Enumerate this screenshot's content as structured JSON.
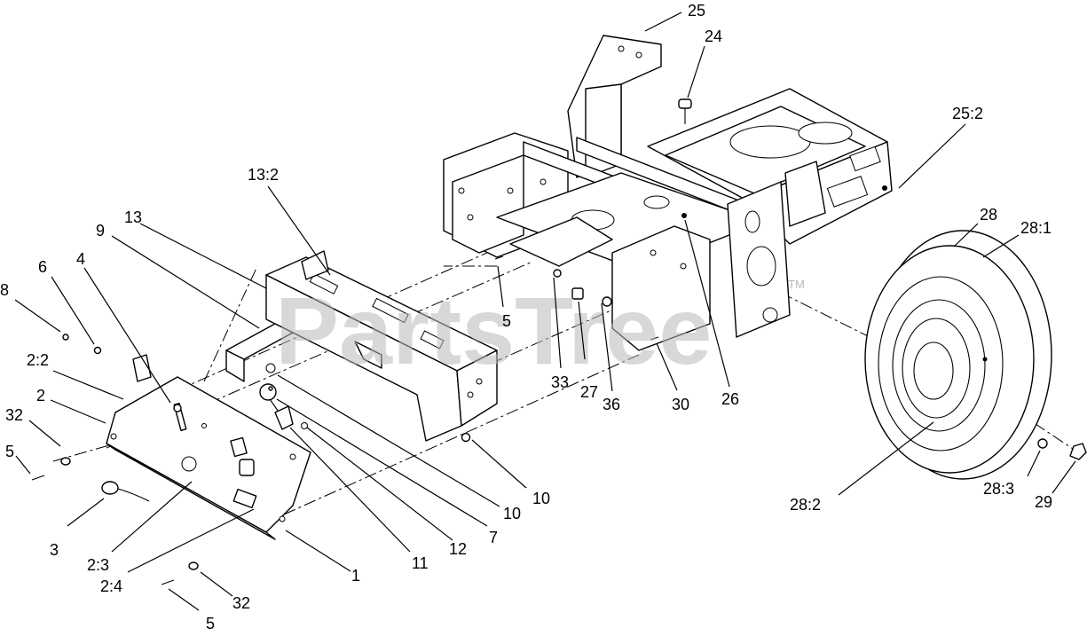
{
  "watermark": {
    "text": "PartsTree",
    "trademark": "TM",
    "color": "#b8b8b8"
  },
  "callouts": [
    {
      "id": "c-25",
      "label": "25"
    },
    {
      "id": "c-24",
      "label": "24"
    },
    {
      "id": "c-25-2",
      "label": "25:2"
    },
    {
      "id": "c-13-2",
      "label": "13:2"
    },
    {
      "id": "c-13",
      "label": "13"
    },
    {
      "id": "c-9",
      "label": "9"
    },
    {
      "id": "c-28",
      "label": "28"
    },
    {
      "id": "c-28-1",
      "label": "28:1"
    },
    {
      "id": "c-6",
      "label": "6"
    },
    {
      "id": "c-4",
      "label": "4"
    },
    {
      "id": "c-8",
      "label": "8"
    },
    {
      "id": "c-2-2",
      "label": "2:2"
    },
    {
      "id": "c-2",
      "label": "2"
    },
    {
      "id": "c-32-top",
      "label": "32"
    },
    {
      "id": "c-5-left",
      "label": "5"
    },
    {
      "id": "c-3",
      "label": "3"
    },
    {
      "id": "c-2-3",
      "label": "2:3"
    },
    {
      "id": "c-2-4",
      "label": "2:4"
    },
    {
      "id": "c-32-bottom",
      "label": "32"
    },
    {
      "id": "c-5-bottom",
      "label": "5"
    },
    {
      "id": "c-1",
      "label": "1"
    },
    {
      "id": "c-11",
      "label": "11"
    },
    {
      "id": "c-12",
      "label": "12"
    },
    {
      "id": "c-7",
      "label": "7"
    },
    {
      "id": "c-10-a",
      "label": "10"
    },
    {
      "id": "c-10-b",
      "label": "10"
    },
    {
      "id": "c-5-mid",
      "label": "5"
    },
    {
      "id": "c-33",
      "label": "33"
    },
    {
      "id": "c-27",
      "label": "27"
    },
    {
      "id": "c-36",
      "label": "36"
    },
    {
      "id": "c-30",
      "label": "30"
    },
    {
      "id": "c-26",
      "label": "26"
    },
    {
      "id": "c-28-2",
      "label": "28:2"
    },
    {
      "id": "c-28-3",
      "label": "28:3"
    },
    {
      "id": "c-29",
      "label": "29"
    }
  ]
}
